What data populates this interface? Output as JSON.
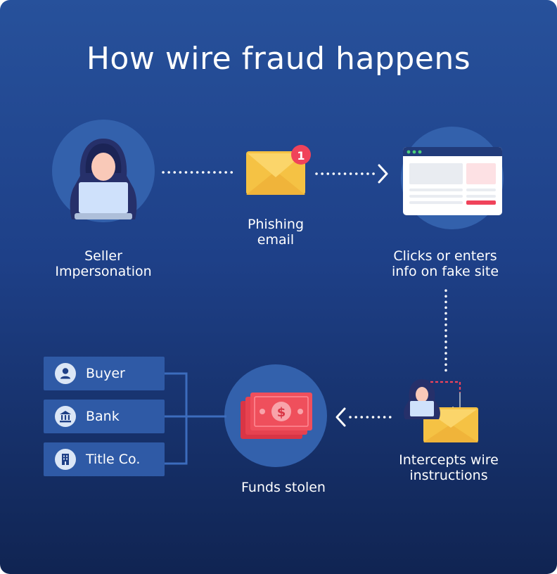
{
  "title": "How wire fraud happens",
  "steps": {
    "seller_impersonation": [
      "Seller",
      "Impersonation"
    ],
    "phishing_email": [
      "Phishing",
      "email"
    ],
    "fake_site": [
      "Clicks or enters",
      "info on fake site"
    ],
    "intercepts": [
      "Intercepts wire",
      "instructions"
    ],
    "funds_stolen": [
      "Funds stolen"
    ]
  },
  "notification_count": "1",
  "money_symbol": "$",
  "parties": [
    {
      "label": "Buyer",
      "icon": "person-icon"
    },
    {
      "label": "Bank",
      "icon": "bank-icon"
    },
    {
      "label": "Title Co.",
      "icon": "building-icon"
    }
  ],
  "colors": {
    "background_top": "#27519b",
    "background_bottom": "#102452",
    "circle": "#3361ac",
    "envelope": "#f5c244",
    "alert": "#f0435a",
    "money": "#ef4f5c",
    "party_box": "#2f5aa6"
  }
}
